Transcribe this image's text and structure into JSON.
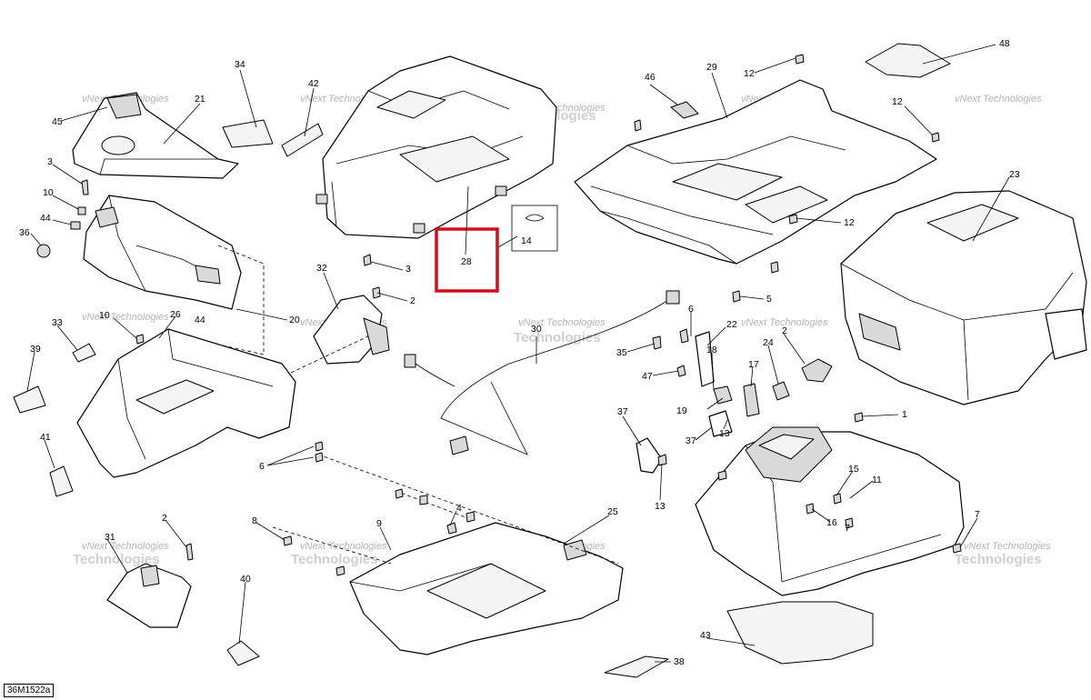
{
  "drawing_code": "36M1522a",
  "watermark": {
    "line1": "vNext Technologies",
    "line2": "Technologies"
  },
  "callouts": {
    "c1": "1",
    "c2": "2",
    "c3": "3",
    "c4": "4",
    "c5": "5",
    "c6": "6",
    "c7": "7",
    "c8": "8",
    "c9": "9",
    "c10": "10",
    "c11": "11",
    "c12": "12",
    "c13": "13",
    "c14": "14",
    "c15": "15",
    "c16": "16",
    "c17": "17",
    "c18": "18",
    "c19": "19",
    "c20": "20",
    "c21": "21",
    "c22": "22",
    "c23": "23",
    "c24": "24",
    "c25": "25",
    "c26": "26",
    "c28": "28",
    "c29": "29",
    "c30": "30",
    "c31": "31",
    "c32": "32",
    "c33": "33",
    "c34": "34",
    "c35": "35",
    "c36": "36",
    "c37": "37",
    "c38": "38",
    "c39": "39",
    "c40": "40",
    "c41": "41",
    "c42": "42",
    "c43": "43",
    "c44": "44",
    "c45": "45",
    "c46": "46",
    "c47": "47",
    "c48": "48"
  },
  "highlight_color": "#d0101b"
}
